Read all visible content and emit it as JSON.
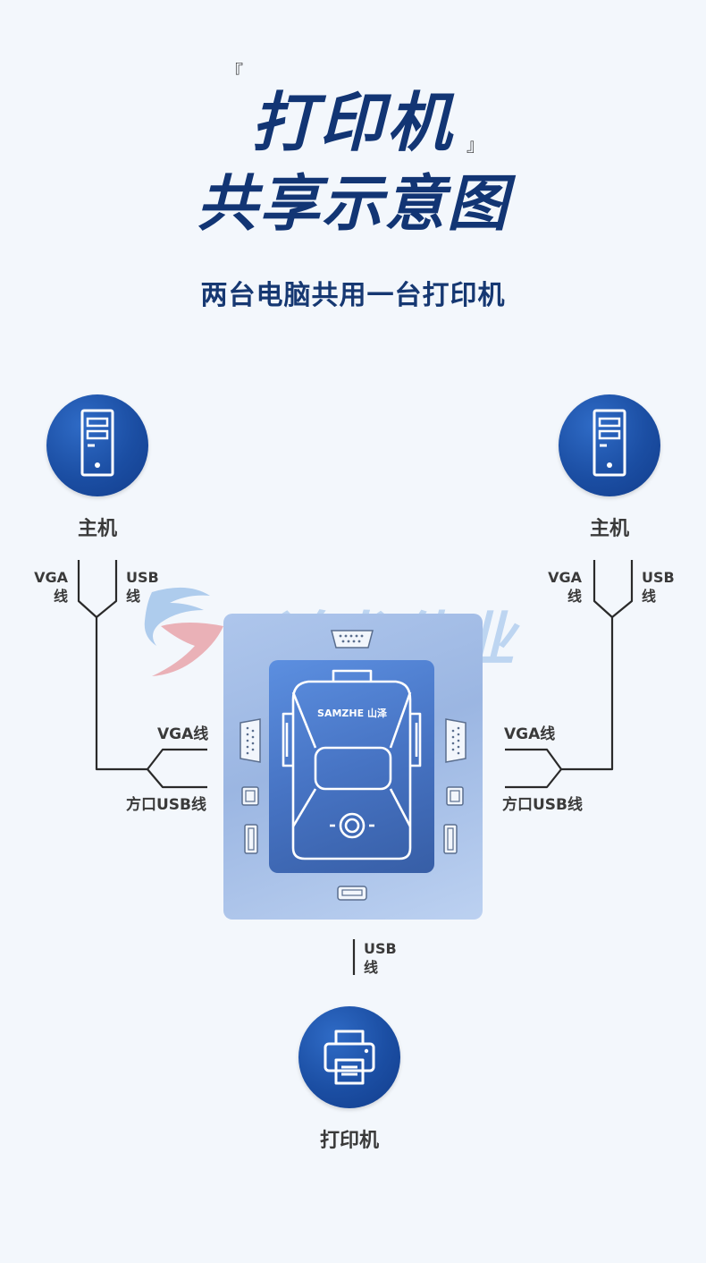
{
  "header": {
    "bracket_open": "『",
    "bracket_close": "』",
    "title_line1": "打印机",
    "title_line2": "共享示意图",
    "subtitle": "两台电脑共用一台打印机"
  },
  "hosts": {
    "left": {
      "label": "主机",
      "cable1": "VGA",
      "cable1b": "线",
      "cable2": "USB",
      "cable2b": "线"
    },
    "right": {
      "label": "主机",
      "cable1": "VGA",
      "cable1b": "线",
      "cable2": "USB",
      "cable2b": "线"
    }
  },
  "device": {
    "brand": "SAMZHE 山泽",
    "left_vga": "VGA线",
    "left_usb": "方口USB线",
    "right_vga": "VGA线",
    "right_usb": "方口USB线"
  },
  "printer": {
    "cable": "USB",
    "cable_b": "线",
    "label": "打印机"
  },
  "watermark": {
    "text": "鸿龙伟业"
  },
  "colors": {
    "title": "#123574",
    "circle": "#1b4ea3",
    "line": "#2a2a2a"
  }
}
